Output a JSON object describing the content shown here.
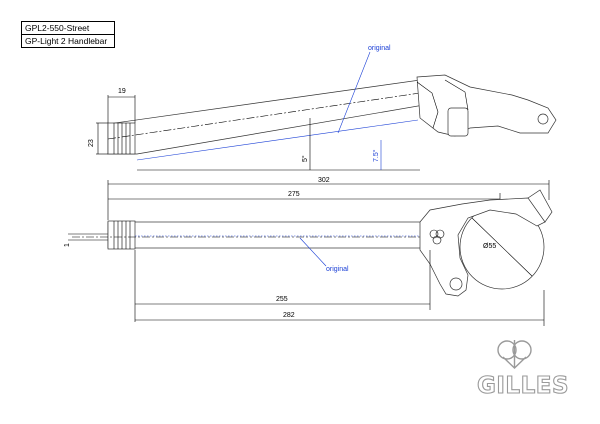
{
  "title_block": {
    "part_number": "GPL2-550-Street",
    "part_name": "GP-Light 2 Handlebar"
  },
  "top_view": {
    "original_label": "original",
    "dim_grip_length": "19",
    "dim_diameter": "23",
    "angle_drop": "5°",
    "angle_original": "7.5°"
  },
  "side_view": {
    "original_label": "original",
    "dim_total": "302",
    "dim_tube": "275",
    "dim_clamp_diameter": "Ø55",
    "dim_lower": "255",
    "dim_lower_total": "282",
    "dim_offset": "1"
  },
  "logo": {
    "text": "GILLES"
  },
  "colors": {
    "line": "#000000",
    "original": "#1a3fd6",
    "logo": "#9a9a9a"
  }
}
